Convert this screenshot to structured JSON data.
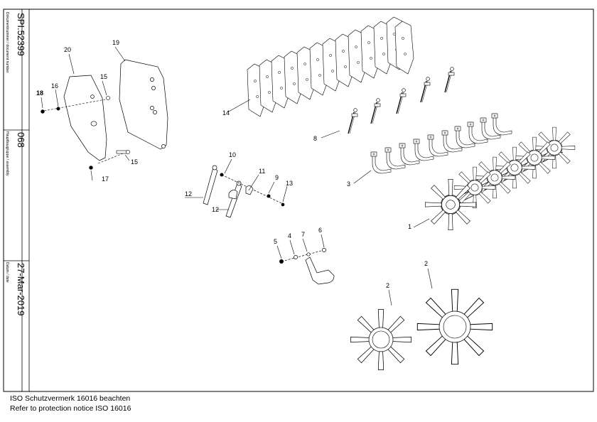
{
  "title_block": {
    "document_number_label": "Dokumentnummer / document number",
    "document_number": "SPI.52399",
    "assembly_label": "Hauptbaugruppe / assembly",
    "assembly": "068",
    "date_label": "Datum / date",
    "date": "27-Mar-2019"
  },
  "footer": {
    "line1": "ISO Schutzvermerk 16016 beachten",
    "line2": "Refer to protection notice ISO 16016"
  },
  "callouts": {
    "c1": "1",
    "c2a": "2",
    "c2b": "2",
    "c3": "3",
    "c4": "4",
    "c5": "5",
    "c6": "6",
    "c7": "7",
    "c8": "8",
    "c9": "9",
    "c10": "10",
    "c11": "11",
    "c12a": "12",
    "c12b": "12",
    "c13": "13",
    "c14": "14",
    "c15a": "15",
    "c15b": "15",
    "c16": "16",
    "c17": "17",
    "c18": "18",
    "c19": "19",
    "c20": "20"
  },
  "colors": {
    "line": "#000000",
    "background": "#ffffff"
  }
}
